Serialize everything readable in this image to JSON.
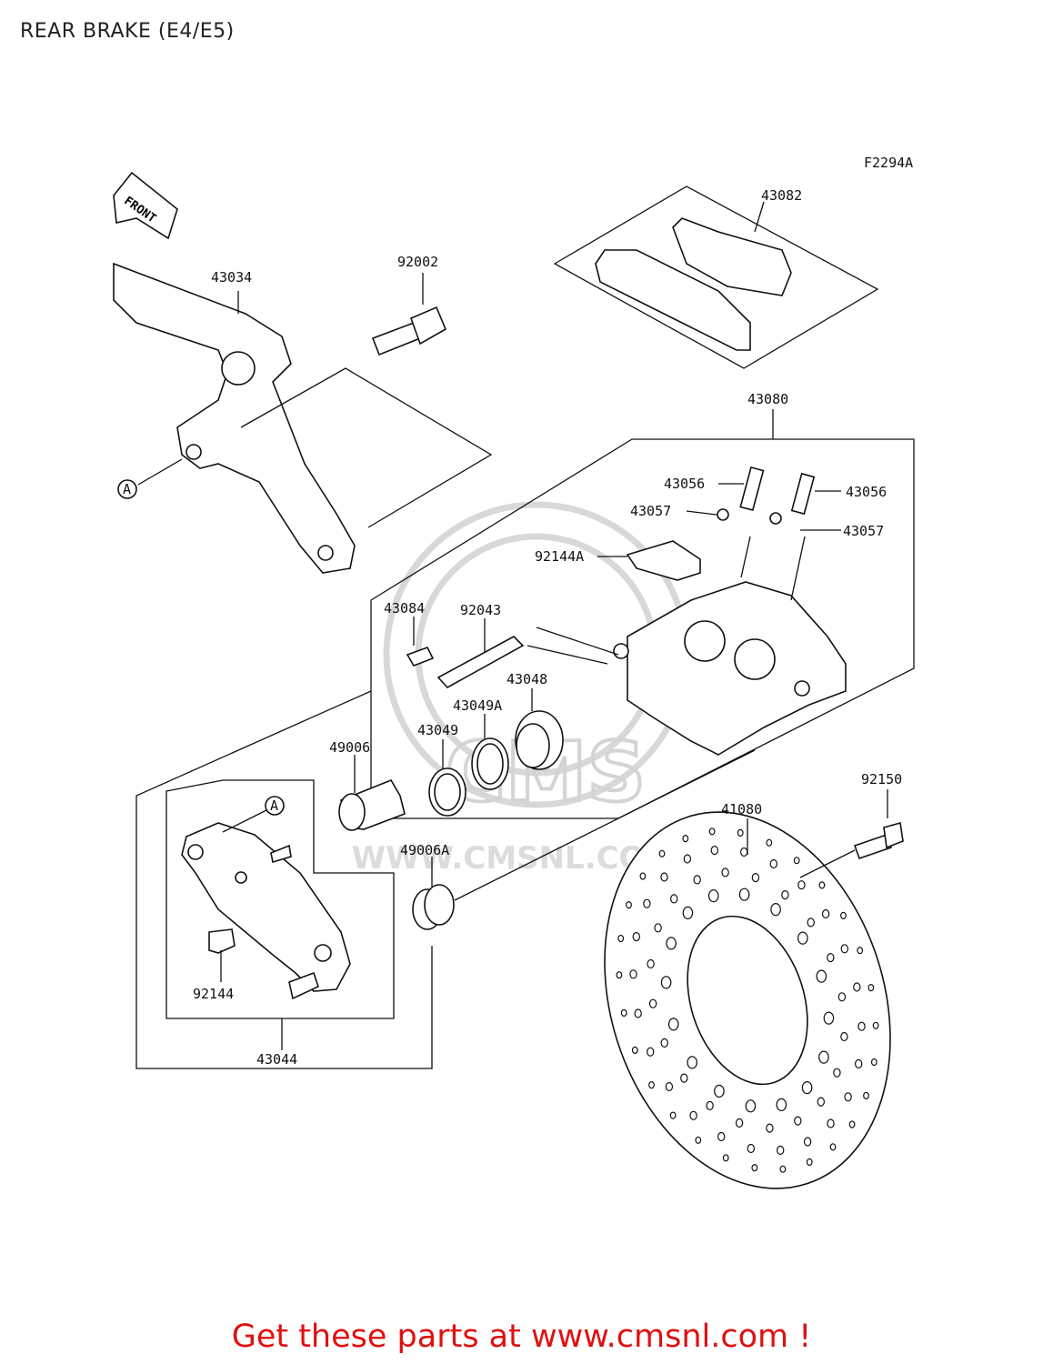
{
  "header": {
    "title": "REAR BRAKE (E4/E5)"
  },
  "diagram": {
    "code": "F2294A",
    "front_label": "FRONT",
    "ref_marker": "A",
    "parts": {
      "p43082": "43082",
      "p92002": "92002",
      "p43034": "43034",
      "p43080": "43080",
      "p43056a": "43056",
      "p43056b": "43056",
      "p43057a": "43057",
      "p43057b": "43057",
      "p92144A": "92144A",
      "p43084": "43084",
      "p92043": "92043",
      "p43048": "43048",
      "p43049A": "43049A",
      "p43049": "43049",
      "p49006": "49006",
      "p92150": "92150",
      "p41080": "41080",
      "p49006A": "49006A",
      "p92144": "92144",
      "p43044": "43044"
    },
    "watermark": {
      "brand": "CMS",
      "url": "WWW.CMSNL.COM"
    }
  },
  "footer": {
    "cta": "Get these parts at www.cmsnl.com !",
    "color": "#e01010"
  }
}
